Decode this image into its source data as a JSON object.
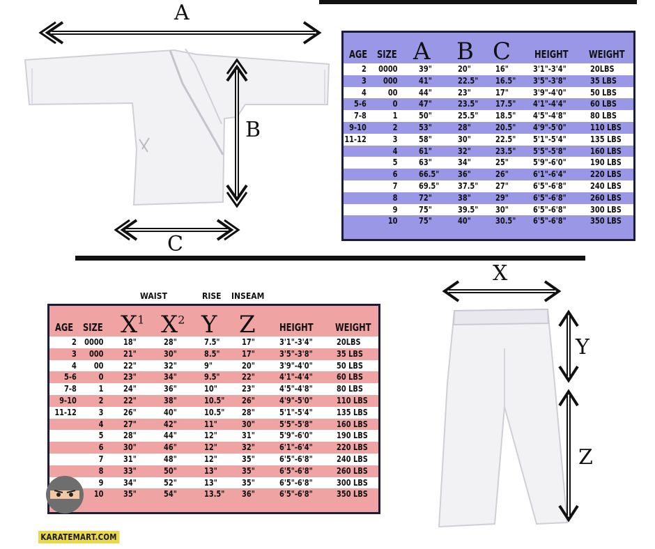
{
  "gi": {
    "labels": {
      "a": "A",
      "b": "B",
      "c": "C"
    },
    "header": {
      "age": "AGE",
      "size": "SIZE",
      "a": "A",
      "b": "B",
      "c": "C",
      "height": "HEIGHT",
      "weight": "WEIGHT"
    },
    "rows": [
      {
        "age": "2",
        "size": "0000",
        "a": "39\"",
        "b": "20\"",
        "c": "16\"",
        "height": "3'1\"-3'4\"",
        "weight": "20LBS"
      },
      {
        "age": "3",
        "size": "000",
        "a": "41\"",
        "b": "22.5\"",
        "c": "16.5\"",
        "height": "3'5\"-3'8\"",
        "weight": "35 LBS"
      },
      {
        "age": "4",
        "size": "00",
        "a": "44\"",
        "b": "23\"",
        "c": "17\"",
        "height": "3'9\"-4'0\"",
        "weight": "50 LBS"
      },
      {
        "age": "5-6",
        "size": "0",
        "a": "47\"",
        "b": "23.5\"",
        "c": "17.5\"",
        "height": "4'1\"-4'4\"",
        "weight": "60 LBS"
      },
      {
        "age": "7-8",
        "size": "1",
        "a": "50\"",
        "b": "25.5\"",
        "c": "18.5\"",
        "height": "4'5\"-4'8\"",
        "weight": "80 LBS"
      },
      {
        "age": "9-10",
        "size": "2",
        "a": "53\"",
        "b": "28\"",
        "c": "20.5\"",
        "height": "4'9\"-5'0\"",
        "weight": "110 LBS"
      },
      {
        "age": "11-12",
        "size": "3",
        "a": "58\"",
        "b": "30\"",
        "c": "22.5\"",
        "height": "5'1\"-5'4\"",
        "weight": "135 LBS"
      },
      {
        "age": "",
        "size": "4",
        "a": "61\"",
        "b": "32\"",
        "c": "23.5\"",
        "height": "5'5\"-5'8\"",
        "weight": "160 LBS"
      },
      {
        "age": "",
        "size": "5",
        "a": "63\"",
        "b": "34\"",
        "c": "25\"",
        "height": "5'9\"-6'0\"",
        "weight": "190 LBS"
      },
      {
        "age": "",
        "size": "6",
        "a": "66.5\"",
        "b": "36\"",
        "c": "26\"",
        "height": "6'1\"-6'4\"",
        "weight": "220 LBS"
      },
      {
        "age": "",
        "size": "7",
        "a": "69.5\"",
        "b": "37.5\"",
        "c": "27\"",
        "height": "6'5\"-6'8\"",
        "weight": "240 LBS"
      },
      {
        "age": "",
        "size": "8",
        "a": "72\"",
        "b": "38\"",
        "c": "29\"",
        "height": "6'5\"-6'8\"",
        "weight": "260 LBS"
      },
      {
        "age": "",
        "size": "9",
        "a": "75\"",
        "b": "39.5\"",
        "c": "30\"",
        "height": "6'5\"-6'8\"",
        "weight": "300 LBS"
      },
      {
        "age": "",
        "size": "10",
        "a": "75\"",
        "b": "40\"",
        "c": "30.5\"",
        "height": "6'5\"-6'8\"",
        "weight": "350 LBS"
      }
    ]
  },
  "pants": {
    "labels": {
      "x": "X",
      "y": "Y",
      "z": "Z"
    },
    "subheader": {
      "waist": "WAIST",
      "rise": "RISE",
      "inseam": "INSEAM"
    },
    "header": {
      "age": "AGE",
      "size": "SIZE",
      "x1": "X",
      "x1_sup": "1",
      "x2": "X",
      "x2_sup": "2",
      "y": "Y",
      "z": "Z",
      "height": "HEIGHT",
      "weight": "WEIGHT"
    },
    "rows": [
      {
        "age": "2",
        "size": "0000",
        "x1": "18\"",
        "x2": "28\"",
        "y": "7.5\"",
        "z": "17\"",
        "height": "3'1\"-3'4\"",
        "weight": "20LBS"
      },
      {
        "age": "3",
        "size": "000",
        "x1": "21\"",
        "x2": "30\"",
        "y": "8.5\"",
        "z": "17\"",
        "height": "3'5\"-3'8\"",
        "weight": "35 LBS"
      },
      {
        "age": "4",
        "size": "00",
        "x1": "22\"",
        "x2": "32\"",
        "y": "9\"",
        "z": "20\"",
        "height": "3'9\"-4'0\"",
        "weight": "50 LBS"
      },
      {
        "age": "5-6",
        "size": "0",
        "x1": "23\"",
        "x2": "34\"",
        "y": "9.5\"",
        "z": "22\"",
        "height": "4'1\"-4'4\"",
        "weight": "60 LBS"
      },
      {
        "age": "7-8",
        "size": "1",
        "x1": "24\"",
        "x2": "36\"",
        "y": "10\"",
        "z": "23\"",
        "height": "4'5\"-4'8\"",
        "weight": "80 LBS"
      },
      {
        "age": "9-10",
        "size": "2",
        "x1": "22\"",
        "x2": "38\"",
        "y": "10.5\"",
        "z": "26\"",
        "height": "4'9\"-5'0\"",
        "weight": "110 LBS"
      },
      {
        "age": "11-12",
        "size": "3",
        "x1": "26\"",
        "x2": "40\"",
        "y": "10.5\"",
        "z": "28\"",
        "height": "5'1\"-5'4\"",
        "weight": "135 LBS"
      },
      {
        "age": "",
        "size": "4",
        "x1": "27\"",
        "x2": "42\"",
        "y": "11\"",
        "z": "30\"",
        "height": "5'5\"-5'8\"",
        "weight": "160 LBS"
      },
      {
        "age": "",
        "size": "5",
        "x1": "28\"",
        "x2": "44\"",
        "y": "12\"",
        "z": "31\"",
        "height": "5'9\"-6'0\"",
        "weight": "190 LBS"
      },
      {
        "age": "",
        "size": "6",
        "x1": "30\"",
        "x2": "46\"",
        "y": "12\"",
        "z": "32\"",
        "height": "6'1\"-6'4\"",
        "weight": "220 LBS"
      },
      {
        "age": "",
        "size": "7",
        "x1": "31\"",
        "x2": "48\"",
        "y": "12\"",
        "z": "35\"",
        "height": "6'5\"-6'8\"",
        "weight": "240 LBS"
      },
      {
        "age": "",
        "size": "8",
        "x1": "33\"",
        "x2": "50\"",
        "y": "13\"",
        "z": "35\"",
        "height": "6'5\"-6'8\"",
        "weight": "260 LBS"
      },
      {
        "age": "",
        "size": "9",
        "x1": "34\"",
        "x2": "52\"",
        "y": "13\"",
        "z": "35\"",
        "height": "6'5\"-6'8\"",
        "weight": "300 LBS"
      },
      {
        "age": "",
        "size": "10",
        "x1": "35\"",
        "x2": "54\"",
        "y": "13.5\"",
        "z": "36\"",
        "height": "6'5\"-6'8\"",
        "weight": "350 LBS"
      }
    ]
  },
  "brand": {
    "text": "KARATEMART.COM"
  },
  "colors": {
    "gi_table": "#9a98e6",
    "pants_table": "#f0a3a3",
    "brand_badge": "#e9d84a"
  }
}
